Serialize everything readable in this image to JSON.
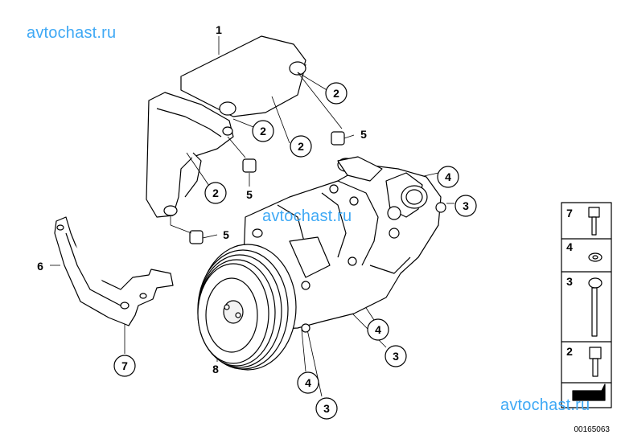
{
  "watermarks": [
    "avtochast.ru",
    "avtochast.ru",
    "avtochast.ru"
  ],
  "callouts": {
    "c1": "1",
    "c2a": "2",
    "c2b": "2",
    "c2c": "2",
    "c2d": "2",
    "c5a": "5",
    "c5b": "5",
    "c5c": "5",
    "c4a": "4",
    "c3a": "3",
    "c4b": "4",
    "c3b": "3",
    "c4c": "4",
    "c3c": "3",
    "c6": "6",
    "c7": "7",
    "c8": "8"
  },
  "legend": {
    "items": [
      "7",
      "4",
      "3",
      "2"
    ]
  },
  "drawing_number": "00165063"
}
